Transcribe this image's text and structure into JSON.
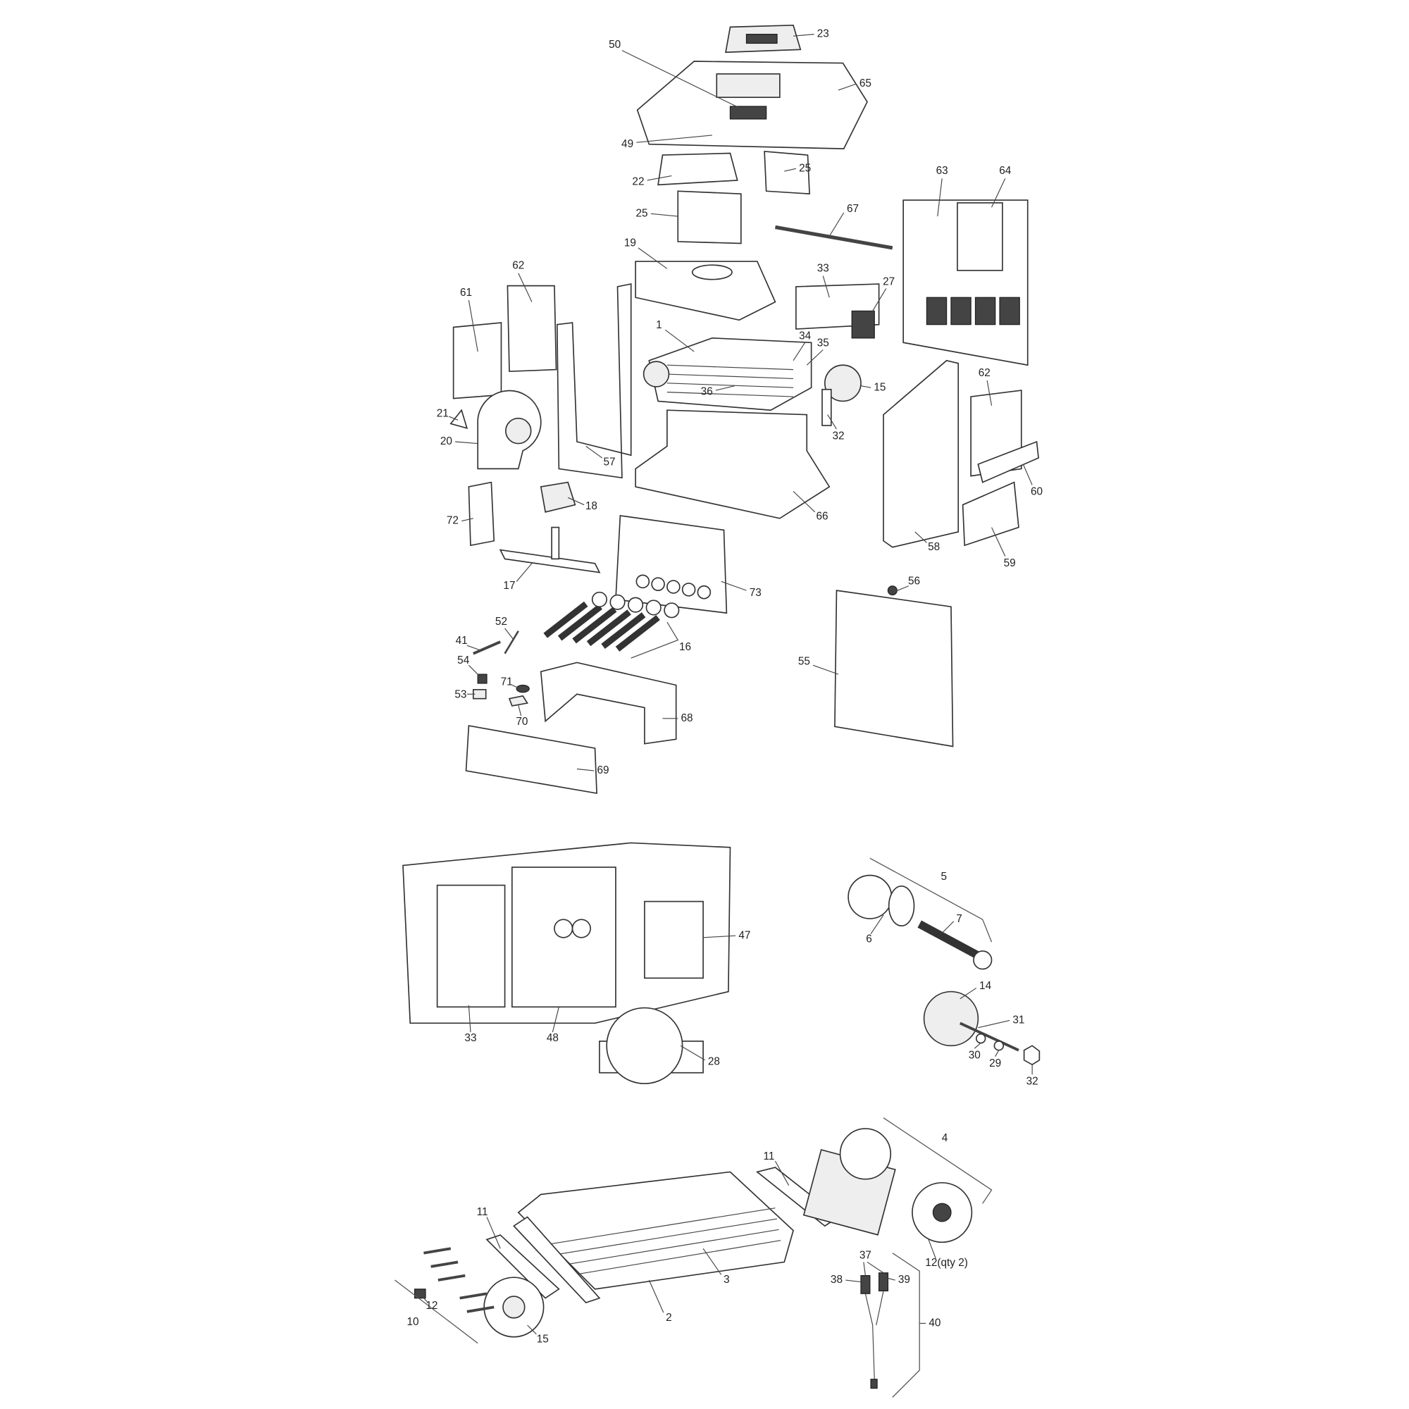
{
  "diagram": {
    "type": "exploded-parts-diagram",
    "line_color": "#333333",
    "sections": {
      "heater_assembly": {
        "labels": [
          "23",
          "50",
          "65",
          "49",
          "22",
          "25",
          "25",
          "67",
          "63",
          "64",
          "19",
          "62",
          "61",
          "33",
          "27",
          "1",
          "34",
          "35",
          "15",
          "36",
          "32",
          "62",
          "21",
          "20",
          "57",
          "60",
          "72",
          "18",
          "66",
          "58",
          "59",
          "17",
          "73",
          "56",
          "52",
          "41",
          "16",
          "55",
          "54",
          "71",
          "53",
          "68",
          "70",
          "69"
        ]
      },
      "control_and_burner": {
        "labels": [
          "5",
          "47",
          "7",
          "6",
          "14",
          "31",
          "33",
          "48",
          "28",
          "30",
          "29",
          "32"
        ]
      },
      "heat_exchanger": {
        "labels": [
          "4",
          "11",
          "11",
          "12(qty 2)",
          "37",
          "38",
          "39",
          "3",
          "2",
          "12",
          "40",
          "10",
          "15"
        ]
      }
    }
  }
}
